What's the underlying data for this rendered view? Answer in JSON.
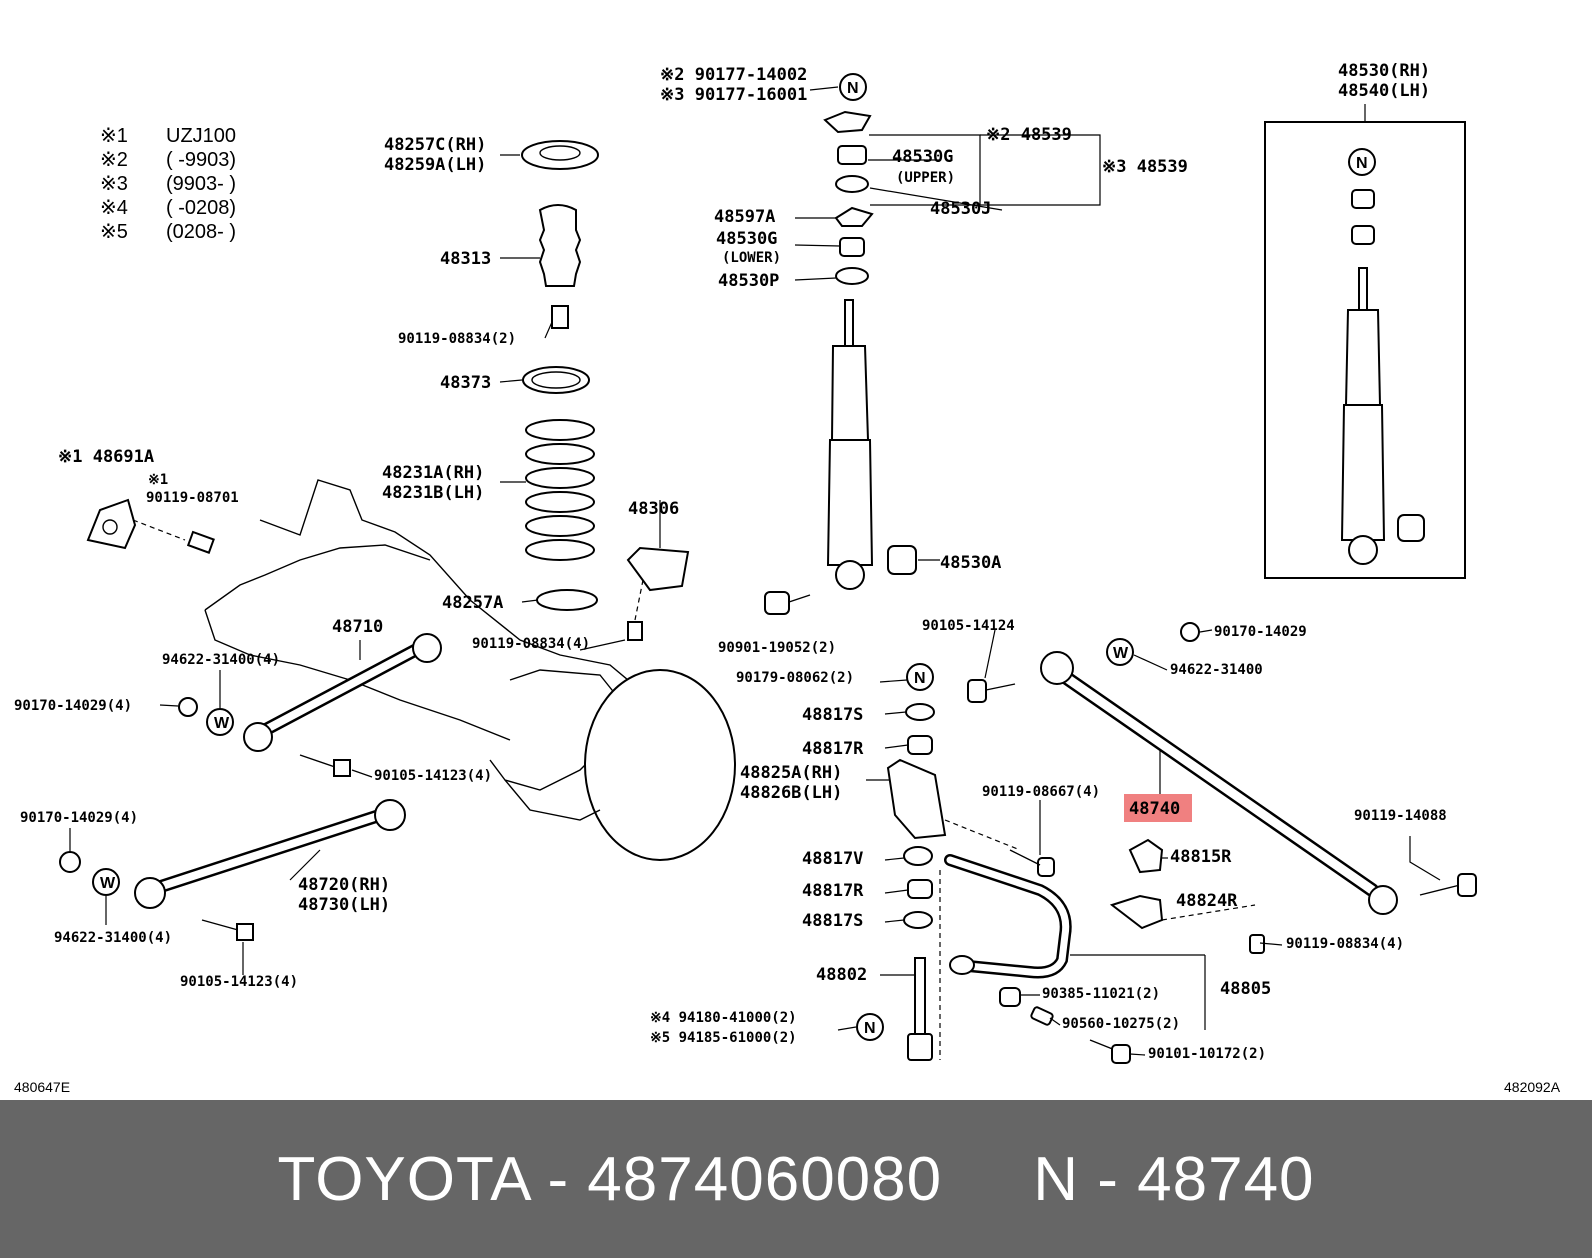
{
  "legend": [
    {
      "mark": "※1",
      "text": "UZJ100"
    },
    {
      "mark": "※2",
      "text": "(      -9903)"
    },
    {
      "mark": "※3",
      "text": "(9903-      )"
    },
    {
      "mark": "※4",
      "text": "(      -0208)"
    },
    {
      "mark": "※5",
      "text": "(0208-      )"
    }
  ],
  "labels": {
    "p90177_14002": "※2 90177-14002",
    "p90177_16001": "※3 90177-16001",
    "p48257c": "48257C(RH)",
    "p48259a": "48259A(LH)",
    "p48313": "48313",
    "p90119_08834_2": "90119-08834(2)",
    "p48373": "48373",
    "p48231a": "48231A(RH)",
    "p48231b": "48231B(LH)",
    "p48306": "48306",
    "p48257a": "48257A",
    "p90119_08834_4": "90119-08834(4)",
    "p48691a": "※1 48691A",
    "p90119_08701_mark": "※1",
    "p90119_08701": "90119-08701",
    "p48710": "48710",
    "p94622_31400_4a": "94622-31400(4)",
    "p90170_14029_4a": "90170-14029(4)",
    "p90105_14123_4a": "90105-14123(4)",
    "p90170_14029_4b": "90170-14029(4)",
    "p48720": "48720(RH)",
    "p48730": "48730(LH)",
    "p94622_31400_4b": "94622-31400(4)",
    "p90105_14123_4b": "90105-14123(4)",
    "p48539_a": "※2 48539",
    "p48539_b": "※3 48539",
    "p48530g_upper": "48530G",
    "p48530g_upper_note": "(UPPER)",
    "p48530j": "48530J",
    "p48597a": "48597A",
    "p48530g_lower": "48530G",
    "p48530g_lower_note": "(LOWER)",
    "p48530p": "48530P",
    "p48530a": "48530A",
    "p90901_19052": "90901-19052(2)",
    "p90105_14124": "90105-14124",
    "p90179_08062": "90179-08062(2)",
    "p48817s_a": "48817S",
    "p48817r_a": "48817R",
    "p48825a": "48825A(RH)",
    "p48826b": "48826B(LH)",
    "p90119_08667": "90119-08667(4)",
    "p48817v": "48817V",
    "p48817r_b": "48817R",
    "p48817s_b": "48817S",
    "p48802": "48802",
    "p94180_41000": "※4 94180-41000(2)",
    "p94185_61000": "※5 94185-61000(2)",
    "p48530_rh": "48530(RH)",
    "p48540_lh": "48540(LH)",
    "p90170_14029": "90170-14029",
    "p94622_31400": "94622-31400",
    "p48740": "48740",
    "p90119_14088": "90119-14088",
    "p48815r": "48815R",
    "p48824r": "48824R",
    "p90119_08834_4c": "90119-08834(4)",
    "p48805": "48805",
    "p90385_11021": "90385-11021(2)",
    "p90560_10275": "90560-10275(2)",
    "p90101_10172": "90101-10172(2)"
  },
  "badges": {
    "n": "N",
    "w": "W"
  },
  "corner": {
    "left": "480647E",
    "right": "482092A"
  },
  "highlight": {
    "part": "48740",
    "color": "#f08080"
  },
  "footer": {
    "text": "TOYOTA - 4874060080     N - 48740",
    "background": "#666666",
    "color": "#ffffff"
  }
}
